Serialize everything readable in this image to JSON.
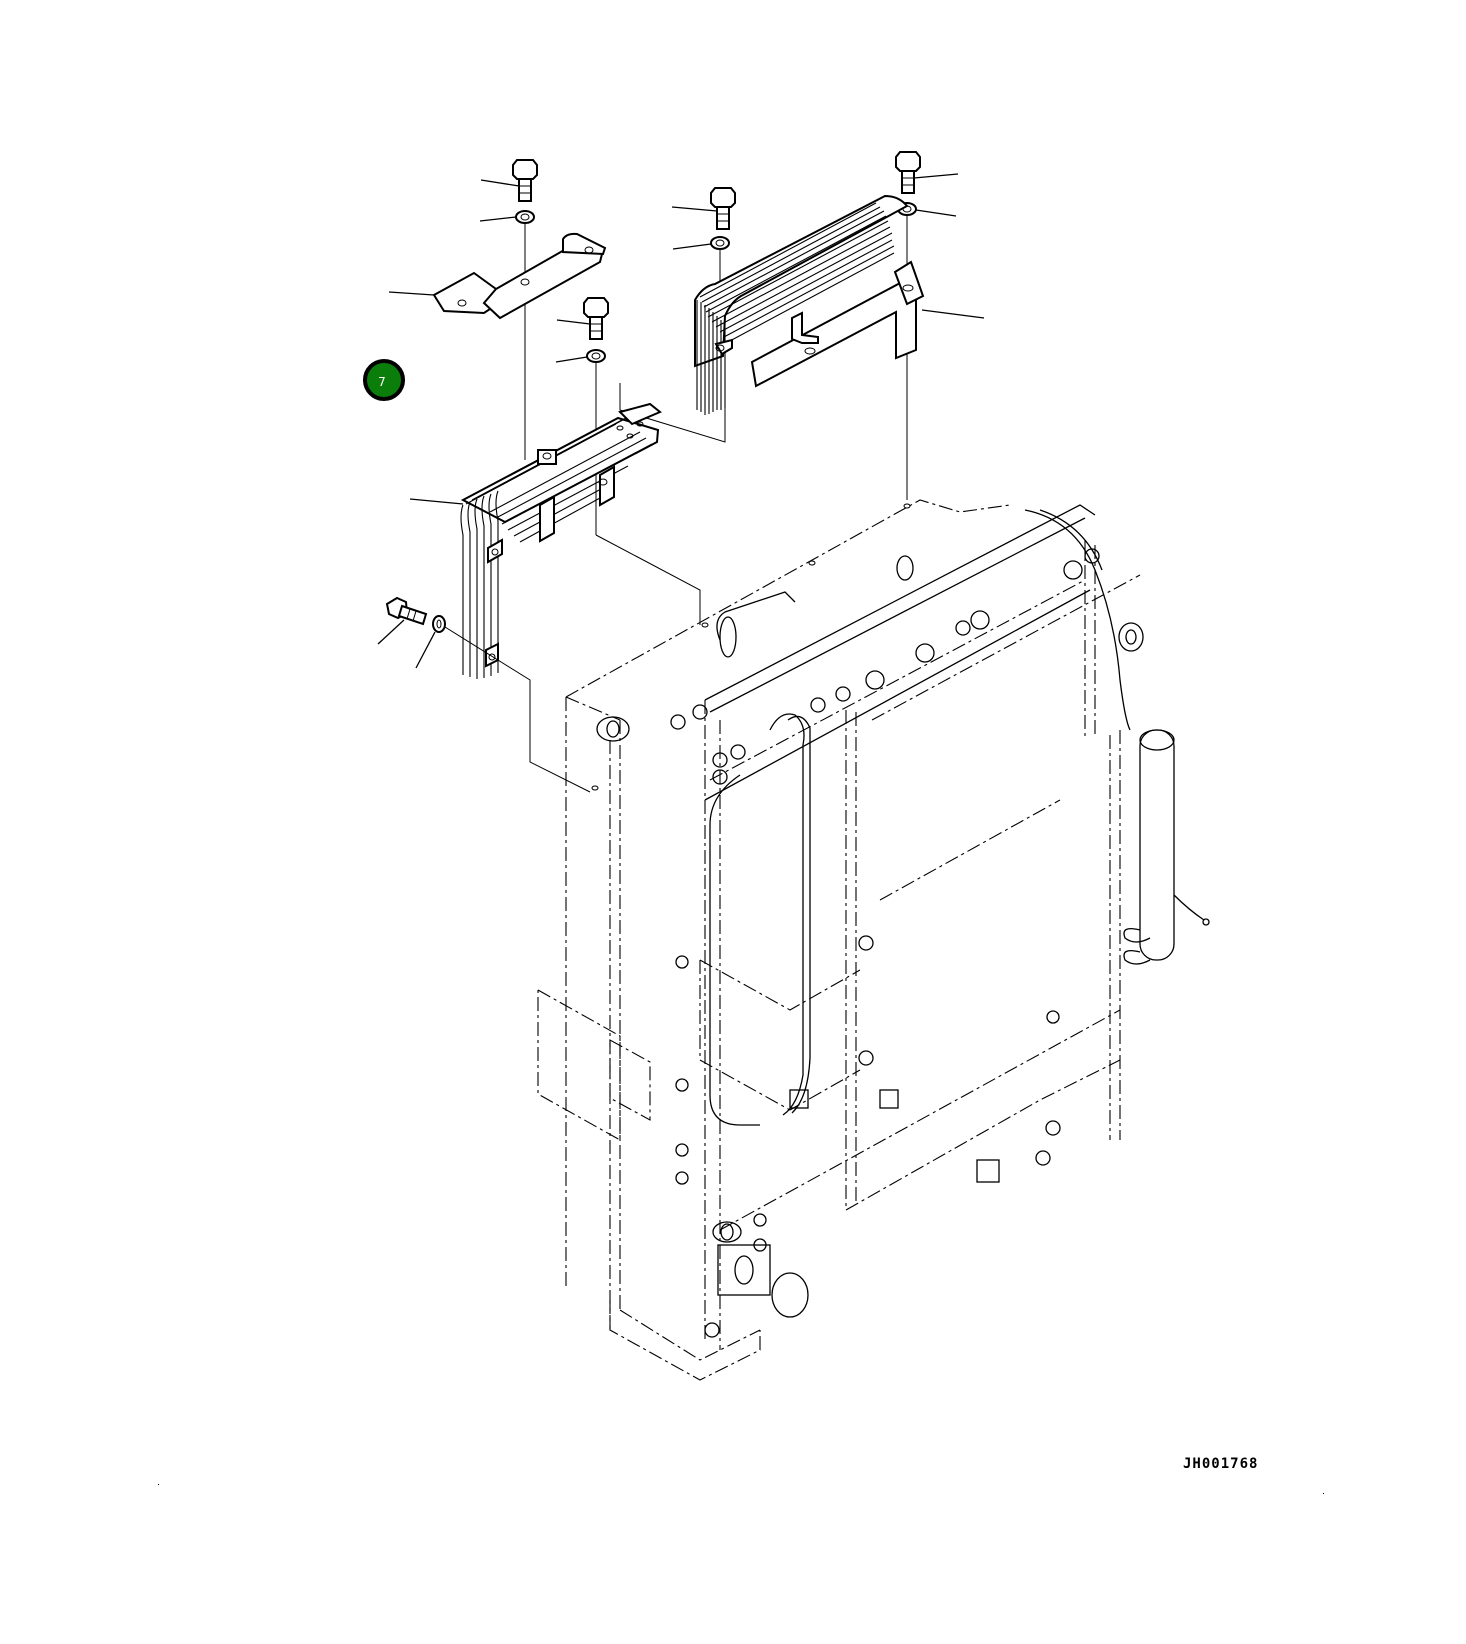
{
  "diagram": {
    "type": "exploded-parts-diagram",
    "subject": "Radiator / cooler assembly with hose-and-cable clamp brackets",
    "drawing_id": "JH001768",
    "callouts": [
      {
        "number": "7",
        "color": "#0a7d0a",
        "border_color": "#000000",
        "text_color": "#ffffff"
      }
    ],
    "parts": [
      {
        "id": "bolt-top-left",
        "kind": "bolt"
      },
      {
        "id": "washer-top-left",
        "kind": "washer"
      },
      {
        "id": "bracket-plate",
        "kind": "bracket"
      },
      {
        "id": "bolt-center",
        "kind": "bolt"
      },
      {
        "id": "washer-center",
        "kind": "washer"
      },
      {
        "id": "clamp-bracket-left",
        "kind": "clamp bracket with fins"
      },
      {
        "id": "bolt-side",
        "kind": "bolt"
      },
      {
        "id": "washer-side",
        "kind": "washer"
      },
      {
        "id": "bolt-top-mid",
        "kind": "bolt"
      },
      {
        "id": "washer-top-mid",
        "kind": "washer"
      },
      {
        "id": "bolt-top-right",
        "kind": "bolt"
      },
      {
        "id": "washer-top-right",
        "kind": "washer"
      },
      {
        "id": "clamp-cover-right",
        "kind": "finned cover bracket"
      },
      {
        "id": "radiator-assembly",
        "kind": "radiator (phantom lines)"
      }
    ],
    "leader_lines_count": 14
  }
}
